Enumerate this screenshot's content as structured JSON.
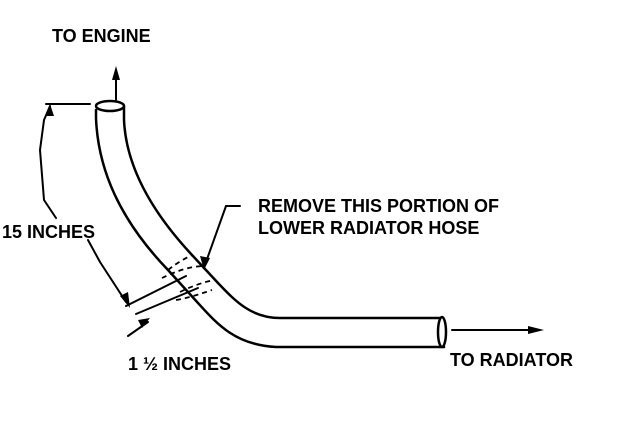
{
  "labels": {
    "to_engine": "TO ENGINE",
    "remove_line1": "REMOVE THIS PORTION OF",
    "remove_line2": "LOWER RADIATOR HOSE",
    "fifteen_inches": "15 INCHES",
    "one_half_inches": "1 ½ INCHES",
    "to_radiator": "TO RADIATOR"
  },
  "dimensions": {
    "hose_length": "15 INCHES",
    "removed_section": "1 ½ INCHES"
  }
}
